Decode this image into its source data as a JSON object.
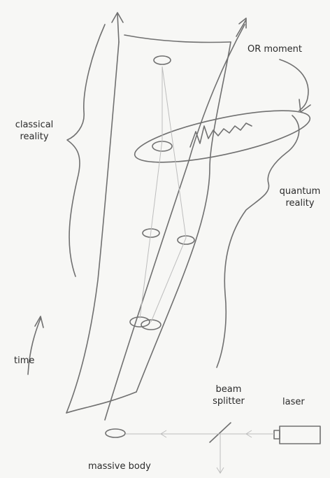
{
  "labels": {
    "or_moment": "OR moment",
    "classical_reality": [
      "classical",
      "reality"
    ],
    "quantum_reality": [
      "quantum",
      "reality"
    ],
    "time": "time",
    "beam_splitter": [
      "beam",
      "splitter"
    ],
    "laser": "laser",
    "massive_body": "massive body"
  },
  "colors": {
    "pencil": "#6f6f6f",
    "pencil_light": "#b9b9b9",
    "paper": "#f7f7f5",
    "text": "#2b2b2b"
  }
}
